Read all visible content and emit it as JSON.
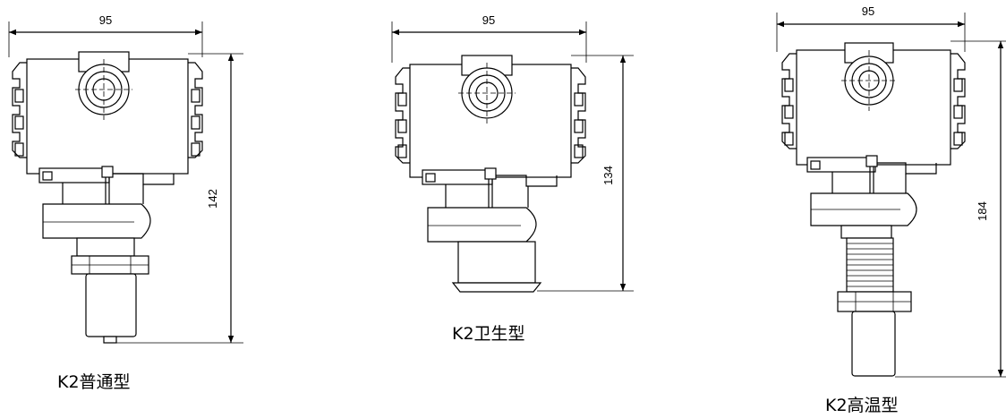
{
  "drawings": [
    {
      "model": "K2普通型",
      "width": "95",
      "height": "142"
    },
    {
      "model": "K2卫生型",
      "width": "95",
      "height": "134"
    },
    {
      "model": "K2高温型",
      "width": "95",
      "height": "184"
    }
  ]
}
